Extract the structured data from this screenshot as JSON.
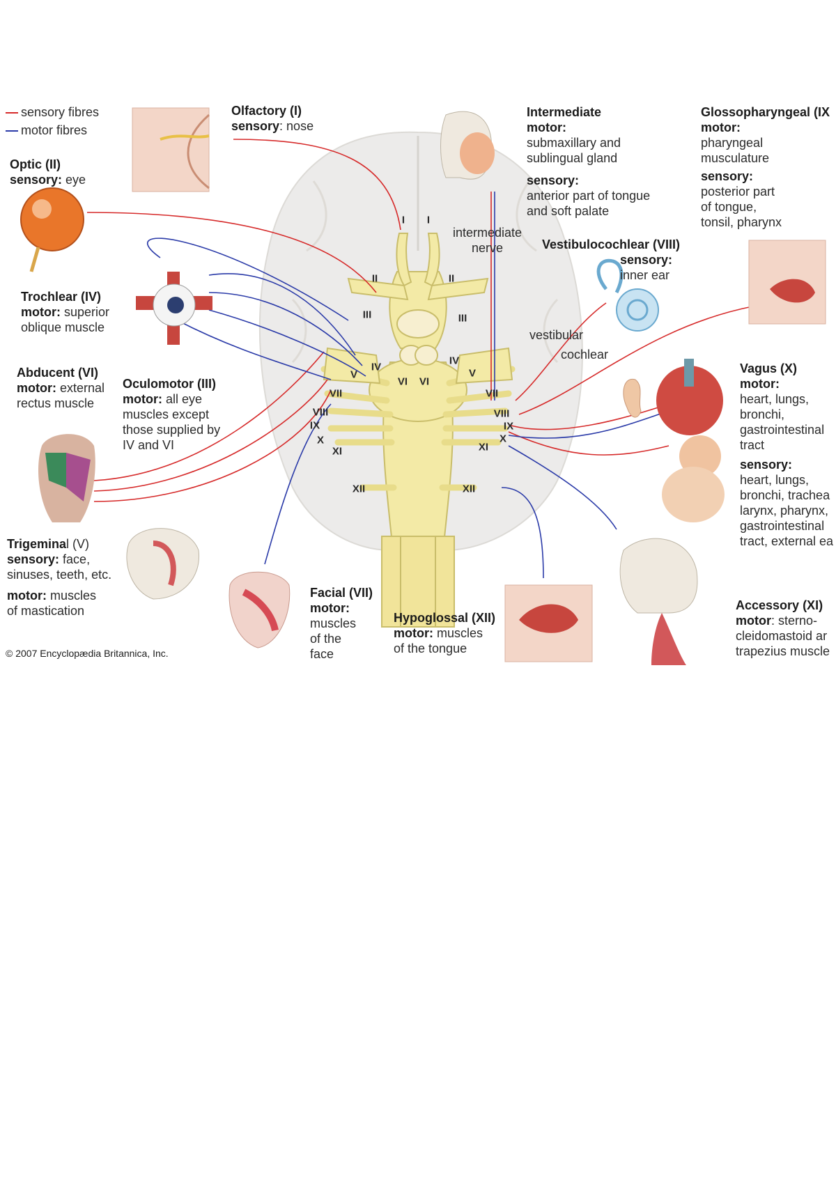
{
  "legend": {
    "sensory": "sensory fibres",
    "motor": "motor fibres",
    "sensory_color": "#d62a2a",
    "motor_color": "#2a3aa8"
  },
  "labels": {
    "olfactory": {
      "title": "Olfactory (I)",
      "l1_key": "sensory",
      "l1_val": ": nose"
    },
    "optic": {
      "title": "Optic (II)",
      "l1_key": "sensory:",
      "l1_val": " eye"
    },
    "trochlear": {
      "title": "Trochlear (IV)",
      "l1_key": "motor:",
      "l1_val": " superior",
      "l2": "oblique muscle"
    },
    "abducent": {
      "title": "Abducent (VI)",
      "l1_key": "motor:",
      "l1_val": " external",
      "l2": "rectus muscle"
    },
    "oculomotor": {
      "title": "Oculomotor (III)",
      "l1_key": "motor:",
      "l1_val": " all eye",
      "l2": "muscles except",
      "l3": "those supplied by",
      "l4": "IV and VI"
    },
    "trigeminal": {
      "title": "Trigemina",
      "title2": "l (V)",
      "l1_key": "sensory:",
      "l1_val": " face,",
      "l2": "sinuses, teeth, etc.",
      "l3_key": "motor:",
      "l3_val": " muscles",
      "l4": "of mastication"
    },
    "facial": {
      "title": "Facial (VII)",
      "l1": "motor:",
      "l2": "muscles",
      "l3": "of the",
      "l4": "face"
    },
    "hypoglossal": {
      "title": "Hypoglossal (XII)",
      "l1_key": "motor:",
      "l1_val": " muscles",
      "l2": "of the tongue"
    },
    "intermediate": {
      "title": "Intermediate",
      "l1": "motor:",
      "l2": "submaxillary and",
      "l3": "sublingual gland",
      "l4": "sensory:",
      "l5": "anterior part of tongue",
      "l6": "and soft palate"
    },
    "intermediate_nerve": {
      "l1": "intermediate",
      "l2": "nerve"
    },
    "glossopharyngeal": {
      "title": "Glossopharyngeal (IX",
      "l1": "motor:",
      "l2": "pharyngeal",
      "l3": "musculature",
      "l4": "sensory:",
      "l5": "posterior part",
      "l6": "of tongue,",
      "l7": "tonsil, pharynx"
    },
    "vestibulocochlear": {
      "title": "Vestibulocochlear (VIII)",
      "l1": "sensory:",
      "l2": "inner ear"
    },
    "vestibular": "vestibular",
    "cochlear": "cochlear",
    "vagus": {
      "title": "Vagus (X)",
      "l1": "motor:",
      "l2": "heart, lungs,",
      "l3": "bronchi,",
      "l4": "gastrointestinal",
      "l5": "tract",
      "l6": "sensory:",
      "l7": "heart, lungs,",
      "l8": "bronchi, trachea",
      "l9": "larynx, pharynx,",
      "l10": "gastrointestinal",
      "l11": "tract, external ea"
    },
    "accessory": {
      "title": "Accessory (XI)",
      "l1_key": "motor",
      "l1_val": ": sterno-",
      "l2": "cleidomastoid ar",
      "l3": "trapezius muscle"
    }
  },
  "roman": {
    "I": "I",
    "II": "II",
    "III": "III",
    "IV": "IV",
    "V": "V",
    "VI": "VI",
    "VII": "VII",
    "VIII": "VIII",
    "IX": "IX",
    "X": "X",
    "XI": "XI",
    "XII": "XII"
  },
  "copyright": "© 2007 Encyclopædia Britannica, Inc."
}
